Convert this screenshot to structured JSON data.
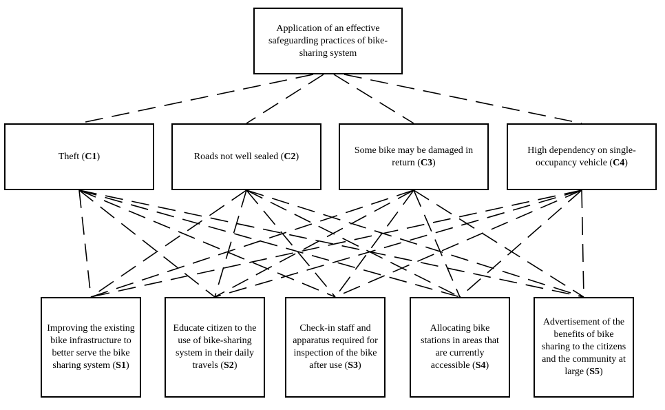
{
  "goal": {
    "text": "Application of an effective safeguarding practices of bike-sharing system"
  },
  "criteria": [
    {
      "label": "Theft",
      "code": "C1"
    },
    {
      "label": "Roads not well sealed",
      "code": "C2"
    },
    {
      "label": "Some bike may be damaged in return",
      "code": "C3"
    },
    {
      "label": "High dependency on single-occupancy vehicle",
      "code": "C4"
    }
  ],
  "strategies": [
    {
      "label": "Improving the existing bike infrastructure to better serve the bike sharing system",
      "code": "S1"
    },
    {
      "label": "Educate citizen to the use of bike-sharing system in their daily travels",
      "code": "S2"
    },
    {
      "label": "Check-in staff and apparatus required for inspection of the bike after use",
      "code": "S3"
    },
    {
      "label": "Allocating bike stations in areas that are currently accessible",
      "code": "S4"
    },
    {
      "label": "Advertisement of the benefits of bike sharing to the citizens and the community at large",
      "code": "S5"
    }
  ]
}
